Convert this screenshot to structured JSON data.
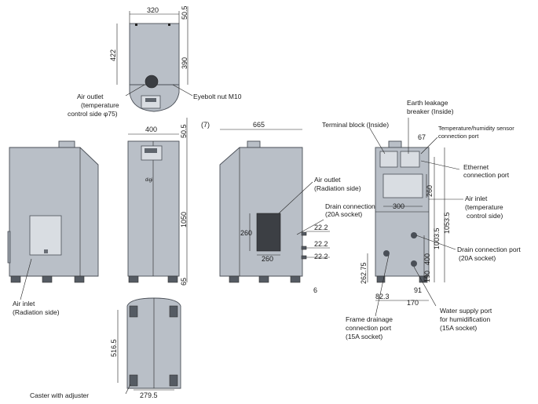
{
  "dimensions": {
    "top_width": "320",
    "top_right_small": "50.5",
    "top_left_height": "422",
    "top_right_height": "390",
    "front_width": "400",
    "front_small": "50.5",
    "front_height": "1050",
    "front_bottom": "65",
    "side_offset": "(7)",
    "side_width": "665",
    "vent_height": "260",
    "vent_width": "260",
    "pipe1": "22.2",
    "pipe2": "22.2",
    "pipe3": "22.2",
    "side_bottom": "6",
    "rear_width_top": "67",
    "rear_panel_height": "260",
    "rear_panel_width": "300",
    "rear_h1": "1003.5",
    "rear_h2": "1053.5",
    "rear_h3": "400",
    "rear_h4": "190",
    "rear_h5": "262.75",
    "rear_bottom1": "82.3",
    "rear_bottom2": "91",
    "rear_bottom3": "170",
    "bottom_height": "516.5",
    "bottom_width": "279.5"
  },
  "labels": {
    "air_outlet_temp": [
      "Air outlet",
      "(temperature",
      "control side φ75)"
    ],
    "eyebolt": "Eyebolt nut M10",
    "air_inlet_rad": [
      "Air inlet",
      "(Radiation side)"
    ],
    "air_outlet_rad": [
      "Air outlet",
      "(Radiation side)"
    ],
    "drain_port_left": [
      "Drain connection port",
      "(20A socket)"
    ],
    "terminal_block": "Terminal block (Inside)",
    "earth_leakage": [
      "Earth leakage",
      "breaker (Inside)"
    ],
    "temp_humidity": [
      "Temperature/humidity sensor",
      "connection port"
    ],
    "ethernet": [
      "Ethernet",
      "connection port"
    ],
    "air_inlet_temp": [
      "Air inlet",
      "(temperature",
      "control side)"
    ],
    "drain_port_right": [
      "Drain connection port",
      "(20A socket)"
    ],
    "frame_drainage": [
      "Frame drainage",
      "connection port",
      "(15A socket)"
    ],
    "water_supply": [
      "Water supply port",
      "for humidification",
      "(15A socket)"
    ],
    "caster": "Caster with adjuster",
    "brand": "digi"
  }
}
